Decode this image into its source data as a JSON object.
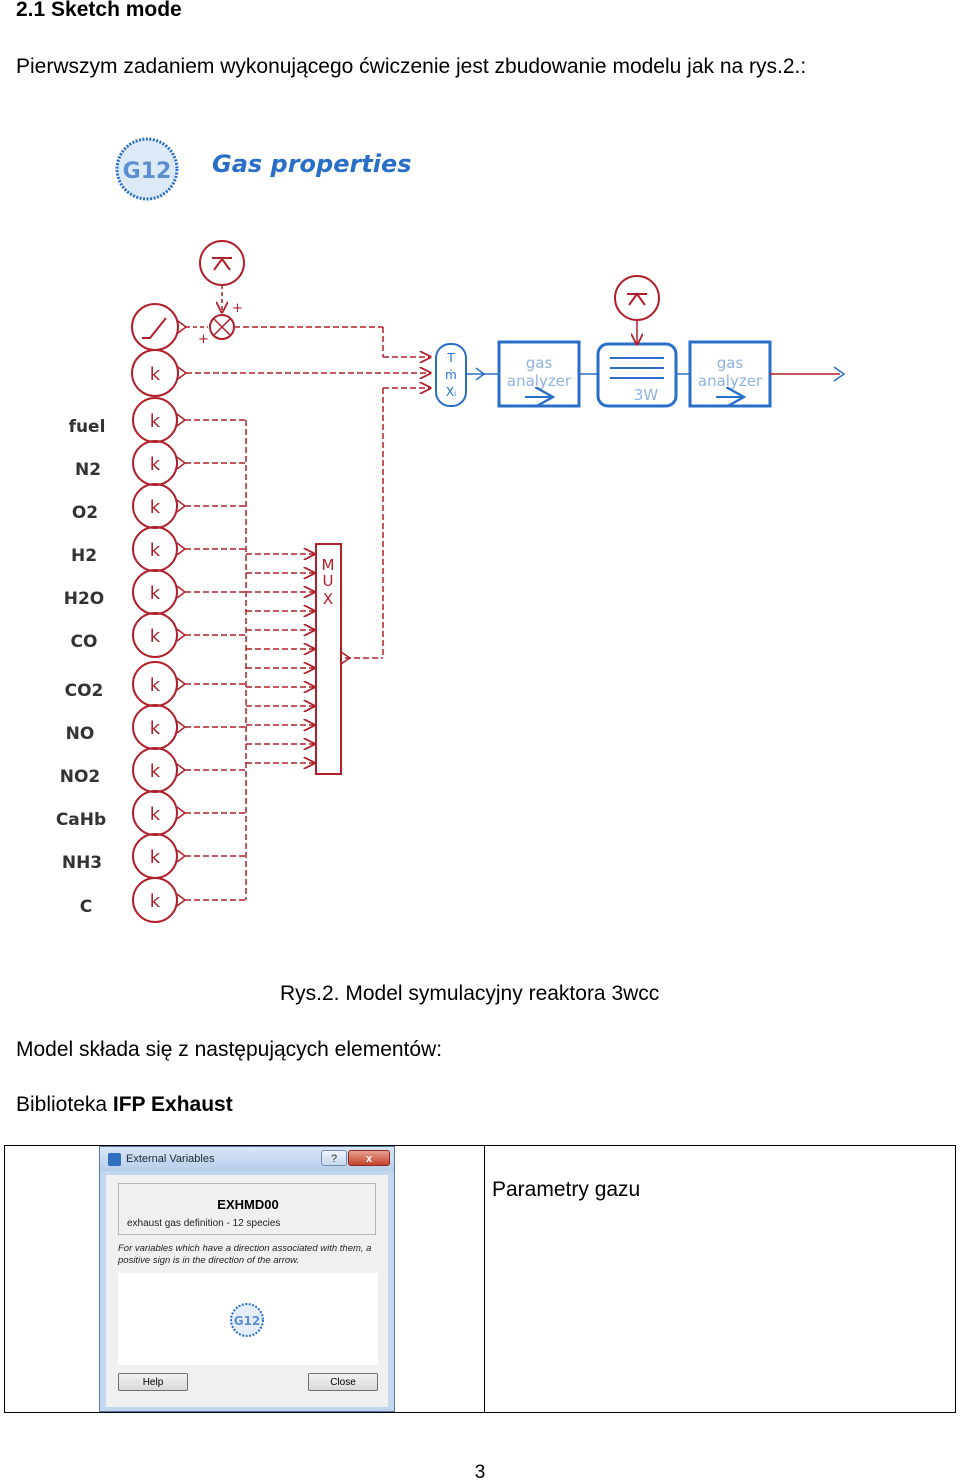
{
  "heading": "2.1 Sketch mode",
  "intro": "Pierwszym zadaniem wykonującego ćwiczenie jest zbudowanie modelu jak na rys.2.:",
  "figure": {
    "badge": "G12",
    "title": "Gas properties",
    "gain_label": "k",
    "labels": [
      "fuel",
      "N2",
      "O2",
      "H2",
      "H2O",
      "CO",
      "CO2",
      "NO",
      "NO2",
      "CaHb",
      "NH3",
      "C"
    ],
    "mux_label": "MUX",
    "analyzer_line1": "gas",
    "analyzer_line2": "analyzer",
    "catalyst_label": "3W",
    "sensor_labels": [
      "T",
      "ṁ",
      "Xᵢ"
    ],
    "plus": "+"
  },
  "caption": "Rys.2. Model symulacyjny reaktora 3wcc",
  "elements_intro": "Model składa się z następujących elementów:",
  "library_prefix": "Biblioteka ",
  "library_name": "IFP Exhaust",
  "table": {
    "dialog": {
      "title": "External Variables",
      "help_glyph": "?",
      "close_glyph": "x",
      "code": "EXHMD00",
      "description": "exhaust gas definition - 12 species",
      "note": "For variables which have a direction associated with them, a positive sign is in the direction of the arrow.",
      "icon_label": "G12",
      "help_button": "Help",
      "close_button": "Close"
    },
    "right_text": "Parametry gazu"
  },
  "page_number": "3",
  "colors": {
    "diagram_red": "#b0202a",
    "diagram_blue": "#2a6fc7",
    "dialog_frame": "#c3d7ef"
  }
}
